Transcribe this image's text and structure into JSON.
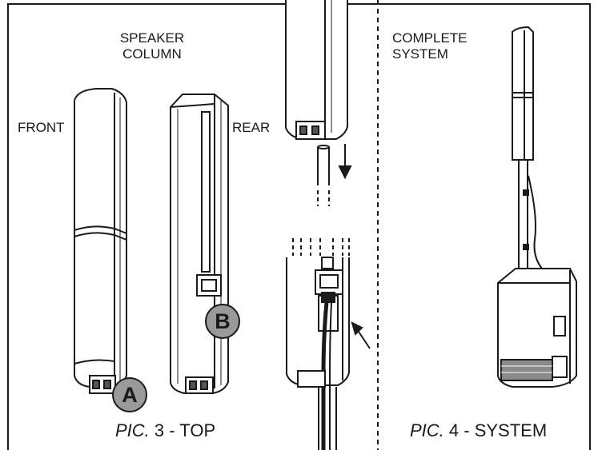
{
  "labels": {
    "speaker_column_line1": "SPEAKER",
    "speaker_column_line2": "COLUMN",
    "front": "FRONT",
    "rear": "REAR",
    "complete_line1": "COMPLETE",
    "complete_line2": "SYSTEM"
  },
  "badges": {
    "a": "A",
    "b": "B"
  },
  "captions": {
    "pic3_prefix": "PIC.",
    "pic3_rest": " 3 - TOP",
    "pic4_prefix": "PIC.",
    "pic4_rest": " 4 - SYSTEM"
  }
}
